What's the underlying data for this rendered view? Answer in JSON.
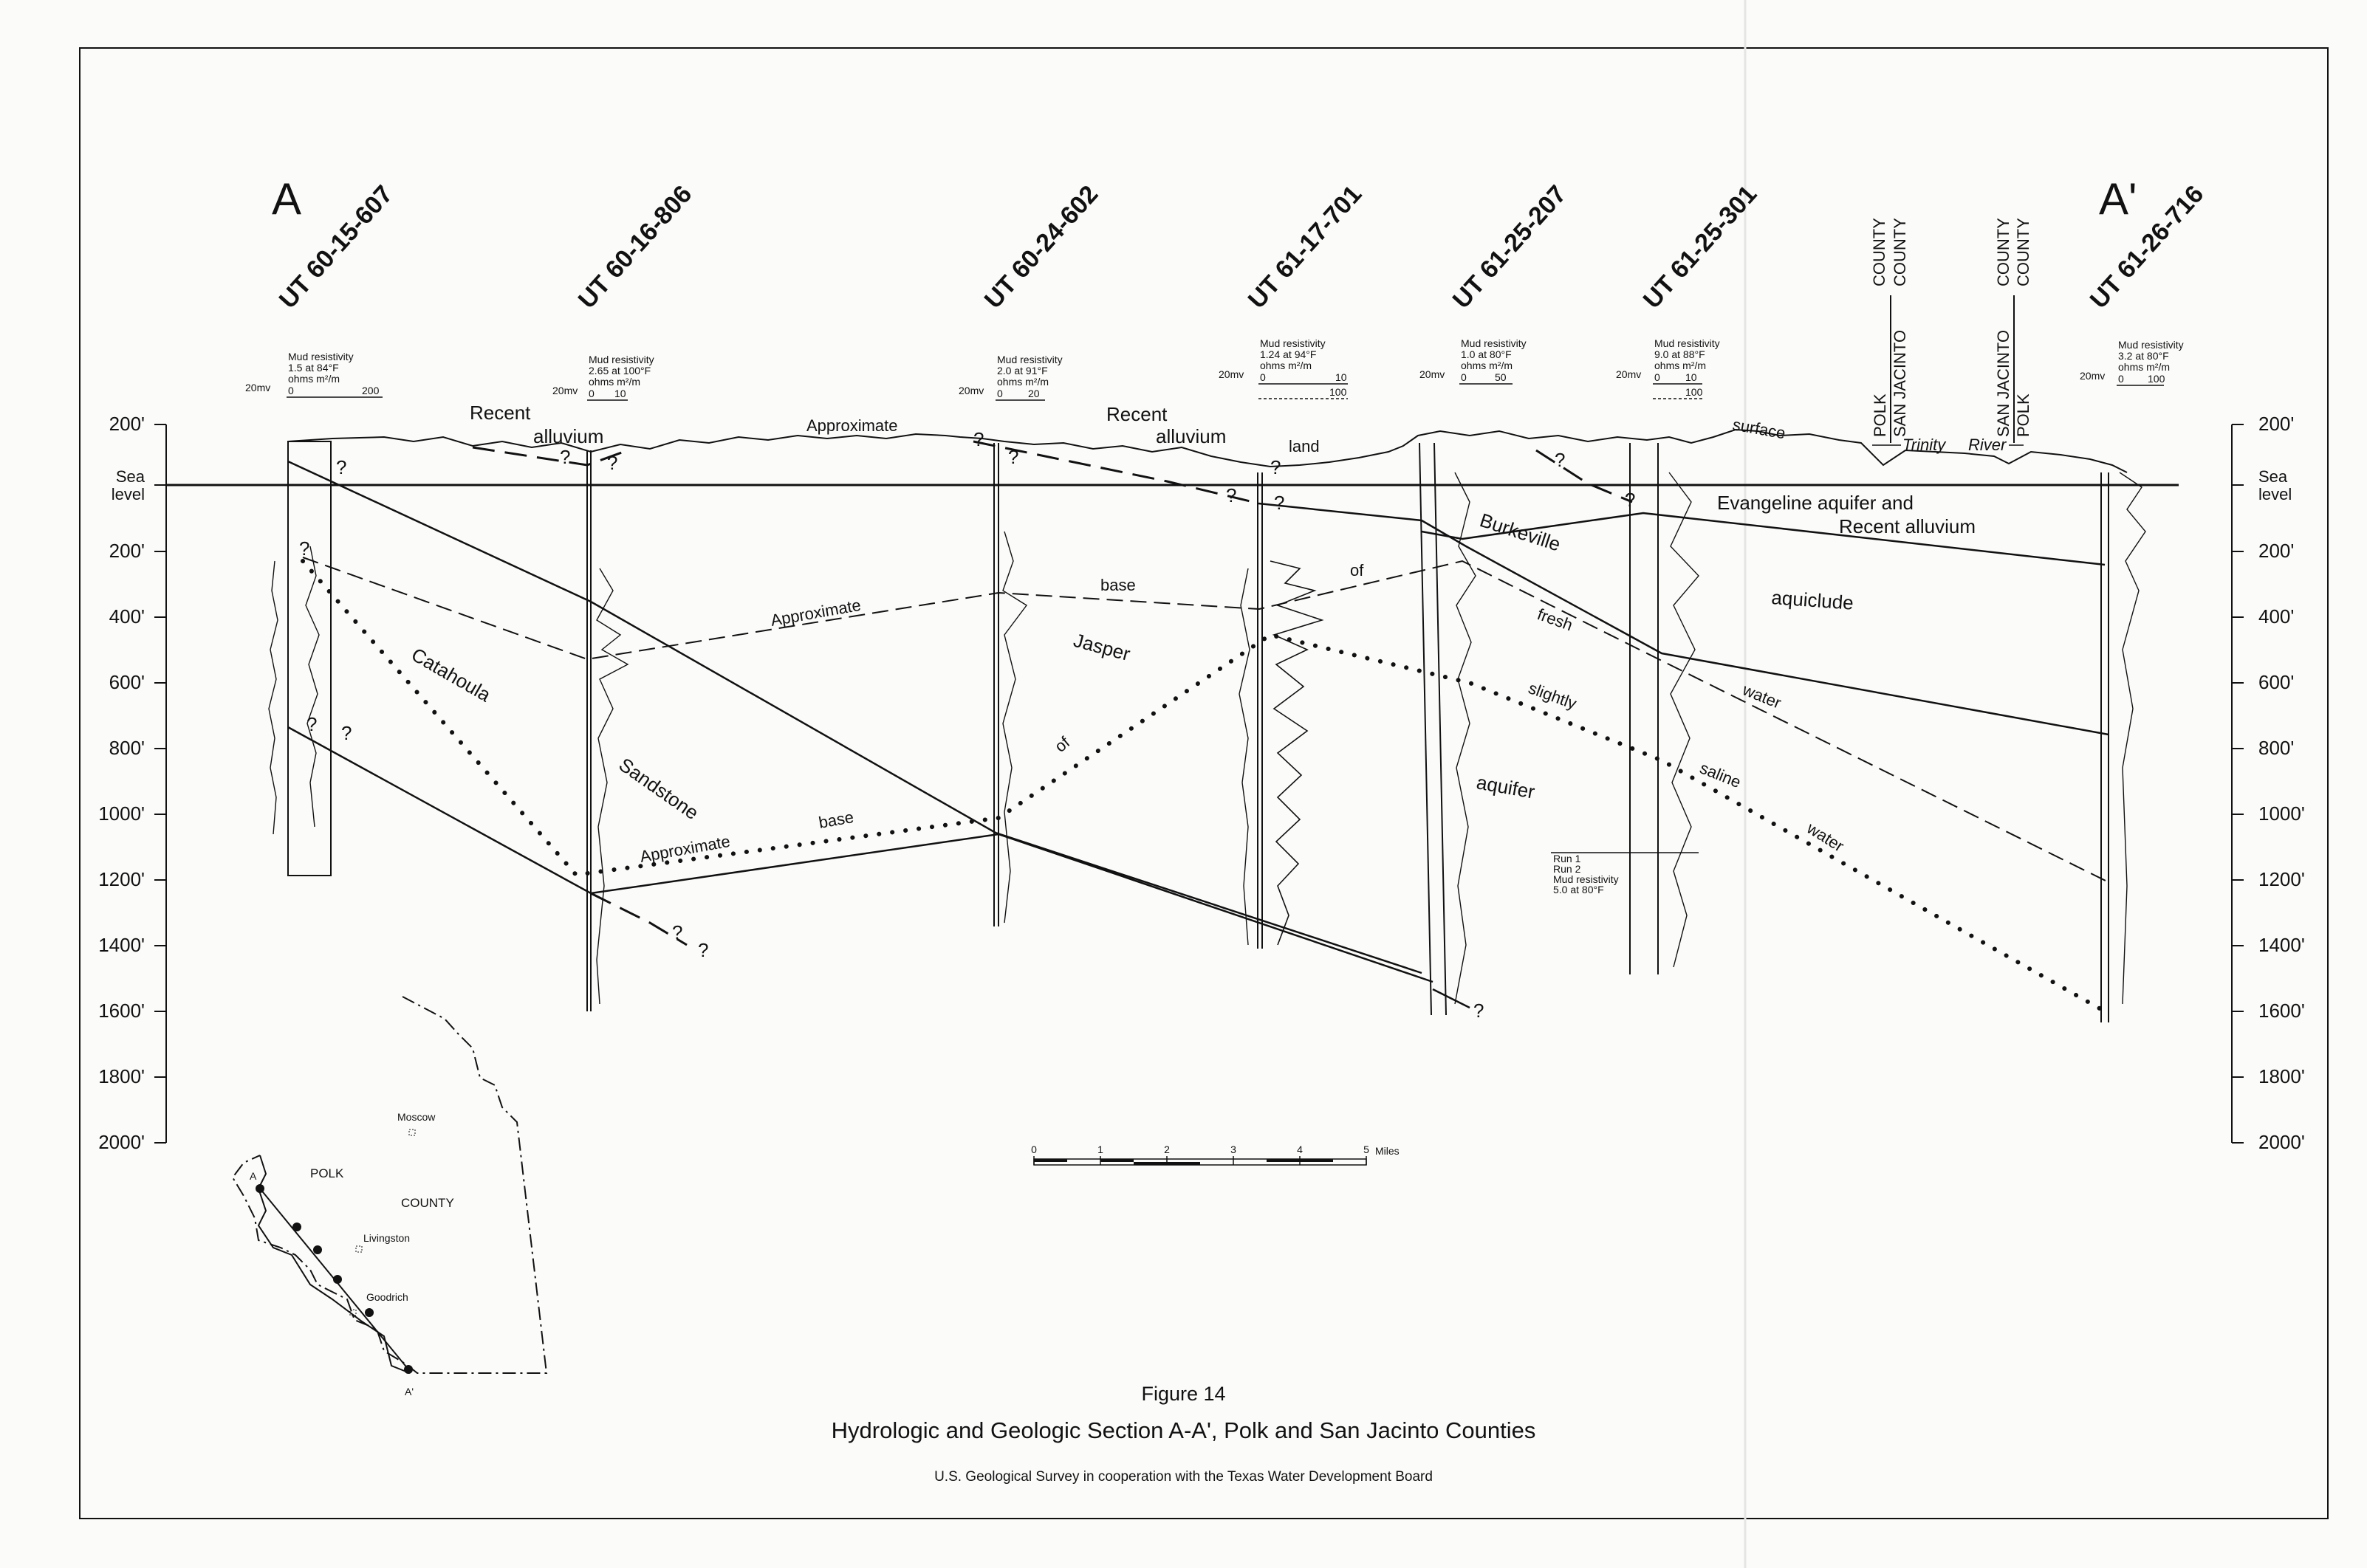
{
  "labels": {
    "section_start": "A",
    "section_end": "A'",
    "sea_level": "Sea\nlevel"
  },
  "wells": [
    {
      "id": "UT 60-15-607",
      "mud": [
        "Mud resistivity",
        "1.5 at 84°F",
        "ohms  m²/m"
      ],
      "scale_left": "20mv",
      "scale_right": [
        "0",
        "200"
      ]
    },
    {
      "id": "UT 60-16-806",
      "mud": [
        "Mud resistivity",
        "2.65 at 100°F",
        "ohms  m²/m"
      ],
      "scale_left": "20mv",
      "scale_right": [
        "0",
        "10"
      ]
    },
    {
      "id": "UT 60-24-602",
      "mud": [
        "Mud resistivity",
        "2.0 at 91°F",
        "ohms  m²/m"
      ],
      "scale_left": "20mv",
      "scale_right": [
        "0",
        "20"
      ]
    },
    {
      "id": "UT 61-17-701",
      "mud": [
        "Mud resistivity",
        "1.24 at 94°F",
        "ohms  m²/m"
      ],
      "scale_left": "20mv",
      "scale_right": [
        "0",
        "10",
        "100"
      ]
    },
    {
      "id": "UT 61-25-207",
      "mud": [
        "Mud resistivity",
        "1.0 at 80°F",
        "ohms  m²/m"
      ],
      "scale_left": "20mv",
      "scale_right": [
        "0",
        "50"
      ]
    },
    {
      "id": "UT 61-25-301",
      "mud": [
        "Mud resistivity",
        "9.0 at 88°F",
        "ohms  m²/m"
      ],
      "scale_left": "20mv",
      "scale_right": [
        "0",
        "10",
        "100"
      ]
    },
    {
      "id": "UT 61-26-716",
      "mud": [
        "Mud resistivity",
        "3.2 at 80°F",
        "ohms  m²/m"
      ],
      "scale_left": "20mv",
      "scale_right": [
        "0",
        "100"
      ]
    }
  ],
  "depth_axis_left": [
    "200'",
    "Sea level",
    "200'",
    "400'",
    "600'",
    "800'",
    "1000'",
    "1200'",
    "1400'",
    "1600'",
    "1800'",
    "2000'"
  ],
  "depth_axis_right": [
    "200'",
    "Sea level",
    "200'",
    "400'",
    "600'",
    "800'",
    "1000'",
    "1200'",
    "1400'",
    "1600'",
    "1800'",
    "2000'"
  ],
  "county_line_labels": [
    {
      "top": "COUNTY",
      "upper": "POLK",
      "lower": "SAN JACINTO",
      "bottom": "COUNTY"
    },
    {
      "top": "COUNTY",
      "upper": "SAN JACINTO",
      "lower": "POLK",
      "bottom": "COUNTY"
    }
  ],
  "river_labels": [
    "Trinity",
    "River"
  ],
  "geologic_labels": {
    "recent_alluvium_1": "Recent",
    "alluvium_1": "alluvium",
    "recent_alluvium_2": "Recent",
    "alluvium_2": "alluvium",
    "approx_land_surface": [
      "Approximate",
      "land",
      "surface"
    ],
    "evangeline": "Evangeline  aquifer  and",
    "evangeline_2": "Recent  alluvium",
    "burkeville": "Burkeville",
    "aquiclude": "aquiclude",
    "approx_base_jasper": [
      "Approximate",
      "base",
      "of"
    ],
    "jasper": "Jasper",
    "jasper_aquifer": "aquifer",
    "catahoula": "Catahoula",
    "sandstone": "Sandstone",
    "approx_base_fresh": [
      "Approximate",
      "base",
      "of"
    ],
    "fresh_water": [
      "fresh",
      "water"
    ],
    "slightly_saline": [
      "slightly",
      "saline",
      "water"
    ],
    "question": "?"
  },
  "run_note": [
    "Run 1",
    "Run 2",
    "Mud resistivity",
    "5.0 at 80°F"
  ],
  "scale_bar": {
    "ticks": [
      "0",
      "1",
      "2",
      "3",
      "4",
      "5"
    ],
    "unit": "Miles"
  },
  "inset_map": {
    "county_1": "POLK",
    "county_2": "COUNTY",
    "towns": [
      "Moscow",
      "Livingston",
      "Goodrich"
    ],
    "section_start": "A",
    "section_end": "A'"
  },
  "caption": {
    "figure": "Figure 14",
    "title": "Hydrologic and Geologic Section A-A', Polk and San Jacinto Counties",
    "credit": "U.S. Geological Survey in cooperation with the Texas Water Development Board"
  }
}
